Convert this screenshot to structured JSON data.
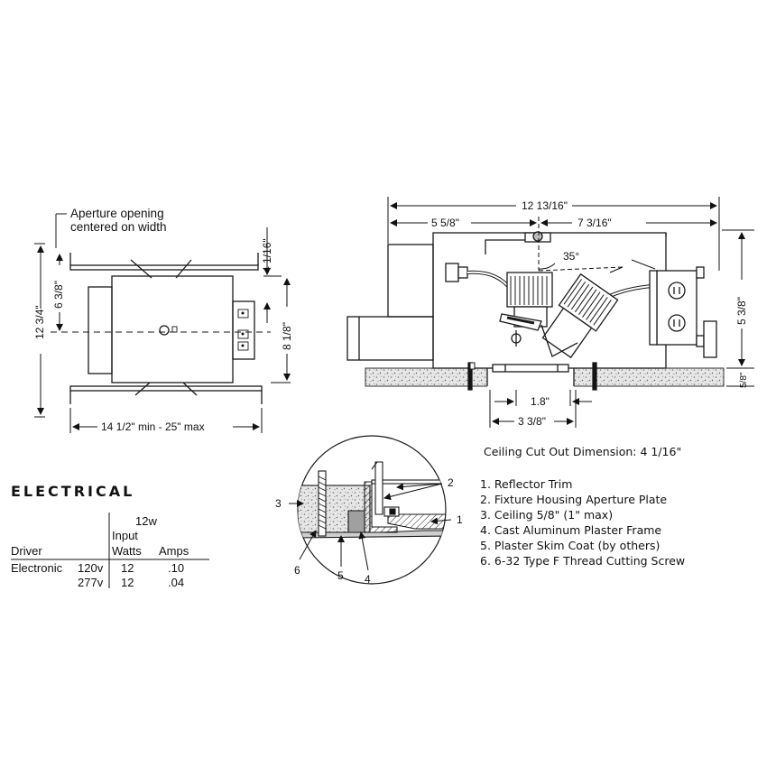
{
  "top_view": {
    "aperture_note_1": "Aperture opening",
    "aperture_note_2": "centered on width",
    "dim_height": "12 3/4\"",
    "dim_inner": "6 3/8\"",
    "dim_right_top": "4 1/16\"",
    "dim_right": "8 1/8\"",
    "dim_width": "14 1/2\" min - 25\" max"
  },
  "side_view": {
    "dim_overall": "12 13/16\"",
    "dim_left": "5 5/8\"",
    "dim_right": "7 3/16\"",
    "angle": "35°",
    "dim_height": "5 3/8\"",
    "dim_ceiling": "5/8\"",
    "dim_aperture": "1.8\"",
    "dim_frame": "3 3/8\""
  },
  "ceiling_cutout": "Ceiling Cut Out Dimension: 4 1/16\"",
  "detail_callouts": [
    "1",
    "2",
    "3",
    "4",
    "5",
    "6"
  ],
  "notes": [
    "1. Reflector Trim",
    "2. Fixture Housing Aperture Plate",
    "3. Ceiling 5/8\" (1\" max)",
    "4. Cast Aluminum Plaster Frame",
    "5. Plaster Skim Coat (by others)",
    "6. 6-32 Type F Thread Cutting Screw"
  ],
  "electrical": {
    "heading": "ELECTRICAL",
    "wattage": "12w",
    "col_input_1": "Input",
    "col_input_2": "Watts",
    "col_amps": "Amps",
    "col_driver": "Driver",
    "rows": [
      {
        "driver": "Electronic",
        "voltage": "120v",
        "watts": "12",
        "amps": ".10"
      },
      {
        "driver": "",
        "voltage": "277v",
        "watts": "12",
        "amps": ".04"
      }
    ]
  },
  "colors": {
    "line": "#1a1a1a",
    "fill_gray": "#9a9a9a",
    "concrete": "#d8d8d8"
  }
}
